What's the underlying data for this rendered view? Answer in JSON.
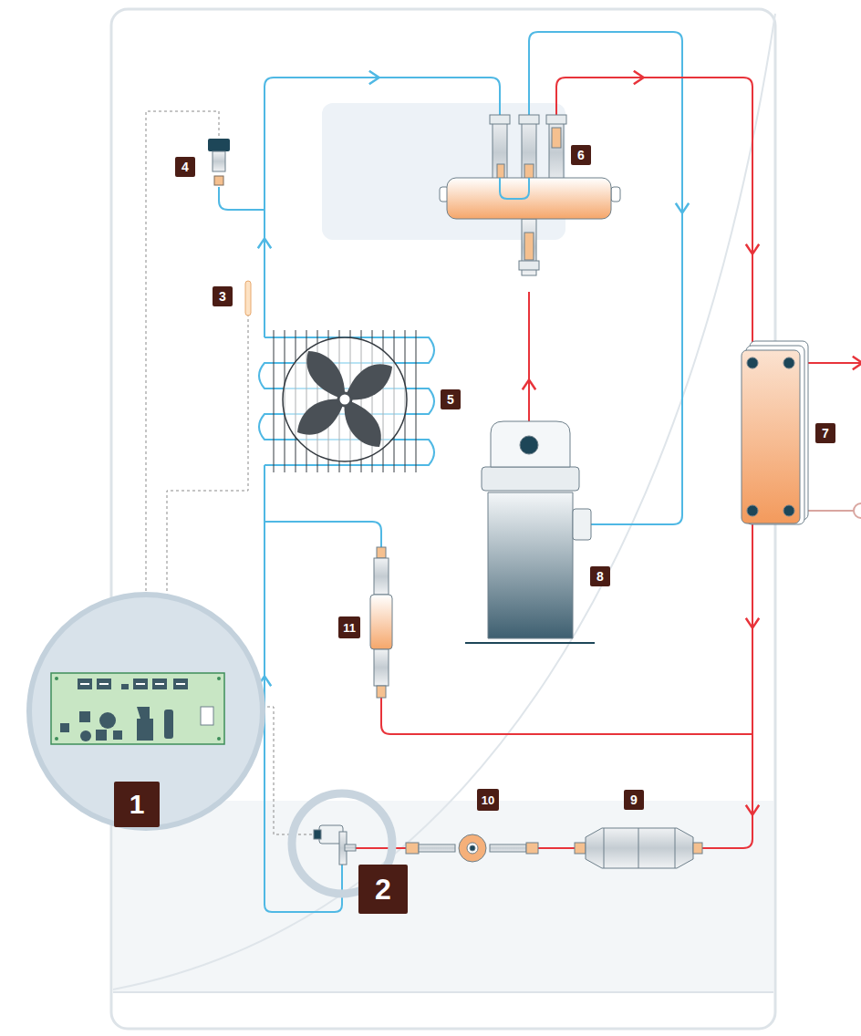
{
  "diagram": {
    "labels": [
      "6",
      "4",
      "3",
      "5",
      "7",
      "8",
      "11",
      "9",
      "10",
      "1",
      "2"
    ]
  }
}
